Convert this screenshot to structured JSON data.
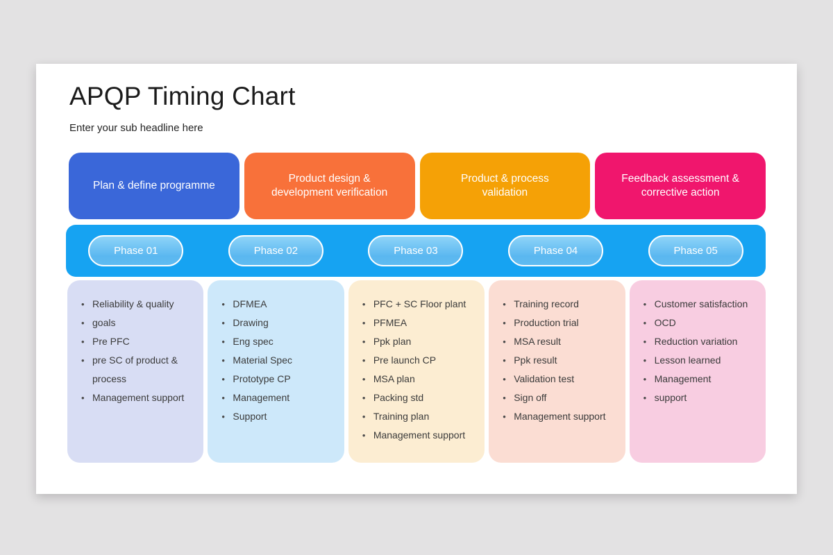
{
  "background_color": "#e3e2e3",
  "slide": {
    "title": "APQP Timing Chart",
    "subtitle": "Enter your sub headline here"
  },
  "stages": [
    {
      "label": "Plan & define programme",
      "color": "#3a67d9"
    },
    {
      "label": "Product design & development verification",
      "color": "#f8713a"
    },
    {
      "label": "Product & process validation",
      "color": "#f5a106"
    },
    {
      "label": "Feedback assessment & corrective action",
      "color": "#f0166d"
    }
  ],
  "phase_bar": {
    "color": "#16a3f2",
    "pill_border_color": "#ffffff",
    "phases": [
      "Phase 01",
      "Phase 02",
      "Phase 03",
      "Phase 04",
      "Phase 05"
    ]
  },
  "phase_columns": [
    {
      "color": "#d8ddf4",
      "items": [
        "Reliability & quality",
        "goals",
        "Pre PFC",
        "pre SC of product & process",
        "Management support"
      ]
    },
    {
      "color": "#cde8fa",
      "items": [
        "DFMEA",
        "Drawing",
        "Eng spec",
        "Material Spec",
        "Prototype CP",
        "Management",
        "Support"
      ]
    },
    {
      "color": "#fcedd2",
      "items": [
        "PFC + SC Floor plant",
        "PFMEA",
        "Ppk plan",
        "Pre launch CP",
        "MSA plan",
        "Packing std",
        "Training plan",
        "Management support"
      ]
    },
    {
      "color": "#fbddd3",
      "items": [
        "Training record",
        "Production trial",
        "MSA result",
        "Ppk result",
        "Validation test",
        "Sign off",
        "Management support"
      ]
    },
    {
      "color": "#f8cde1",
      "items": [
        "Customer satisfaction",
        "OCD",
        "Reduction variation",
        "Lesson learned",
        "Management",
        "support"
      ]
    }
  ]
}
